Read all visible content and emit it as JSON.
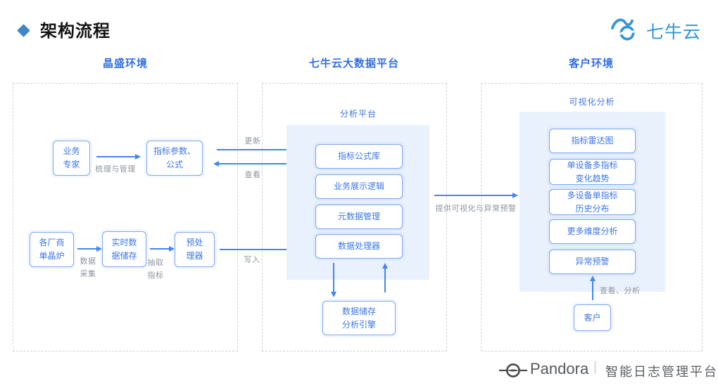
{
  "header": {
    "title": "架构流程",
    "qiniu_logo_text": "七牛云"
  },
  "columns": {
    "left": "晶盛环境",
    "middle": "七牛云大数据平台",
    "right": "客户环境"
  },
  "left_panel": {
    "expert": {
      "lines": [
        "业务",
        "专家"
      ]
    },
    "params": {
      "lines": [
        "指标参数、",
        "公式"
      ]
    },
    "manage_label": "梳理与管理",
    "furnace": {
      "lines": [
        "各厂商",
        "单晶炉"
      ]
    },
    "realtime": {
      "lines": [
        "实时数",
        "据储存"
      ]
    },
    "preprocessor": {
      "lines": [
        "预处",
        "理器"
      ]
    },
    "collect_label": {
      "lines": [
        "数据",
        "采集"
      ]
    },
    "extract_label": {
      "lines": [
        "抽取",
        "指标"
      ]
    }
  },
  "middle_panel": {
    "platform_label": "分析平台",
    "formula_lib": "指标公式库",
    "display_logic": "业务展示逻辑",
    "metadata": "元数据管理",
    "processor": "数据处理器",
    "engine": {
      "lines": [
        "数据储存",
        "分析引擎"
      ]
    },
    "update_label": "更新",
    "view_label": "查看",
    "write_label": "写入"
  },
  "right_panel": {
    "visual_label": "可视化分析",
    "radar": "指标雷达图",
    "single_device": {
      "lines": [
        "单设备多指标",
        "变化趋势"
      ]
    },
    "multi_device": {
      "lines": [
        "多设备单指标",
        "历史分布"
      ]
    },
    "more_dims": "更多维度分析",
    "warning": "异常预警",
    "customer": "客户",
    "analyze_label": "查看、分析",
    "provide_label": "提供可视化与异常预警"
  },
  "footer": {
    "brand": "Pandora",
    "separator": "|",
    "tagline": "智能日志管理平台"
  },
  "colors": {
    "accent_blue": "#3b76e8",
    "header_blue": "#3370e0",
    "arrow_blue": "#4285f4",
    "box_border": "#7aa7f0",
    "light_fill": "#e9f1fc",
    "label_gray": "#8f959e",
    "logo_blue": "#3695d6",
    "diamond_blue": "#3e86c6"
  }
}
